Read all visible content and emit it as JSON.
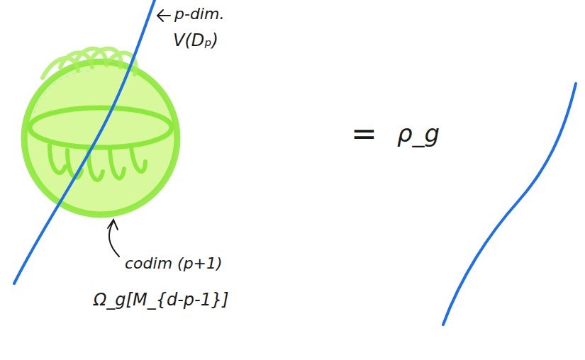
{
  "diagram": {
    "labels": [
      "p-dim.",
      "V(Dₚ)",
      "codim (p+1)",
      "Ω_g[M_{d-p-1}]",
      "=",
      "ρ_g"
    ]
  }
}
